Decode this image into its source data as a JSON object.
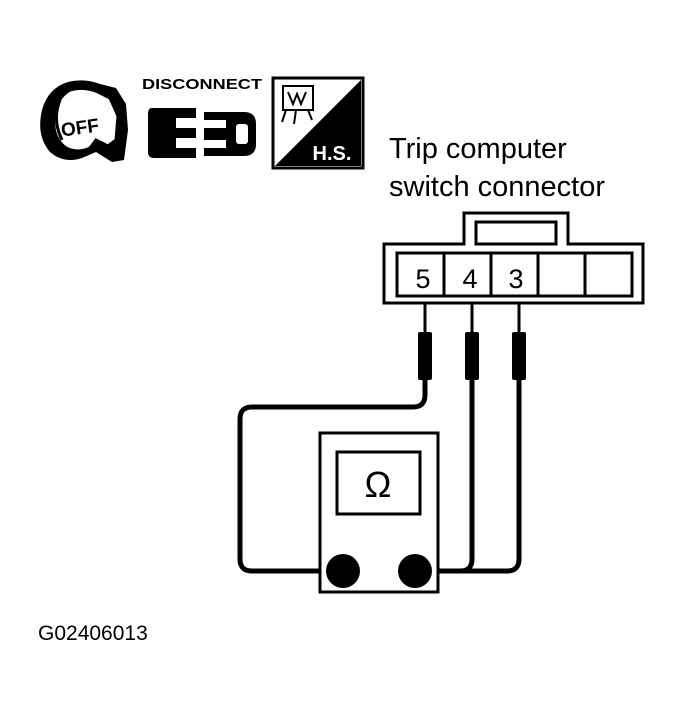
{
  "icons": {
    "ignition_text": "OFF",
    "disconnect_text": "DISCONNECT",
    "harness_side_text": "H.S."
  },
  "connector": {
    "title_line1": "Trip computer",
    "title_line2": "switch connector",
    "terminals": [
      "5",
      "4",
      "3",
      "",
      ""
    ]
  },
  "meter": {
    "symbol": "Ω"
  },
  "figure_code": "G02406013",
  "colors": {
    "ink": "#000000",
    "paper": "#ffffff"
  }
}
